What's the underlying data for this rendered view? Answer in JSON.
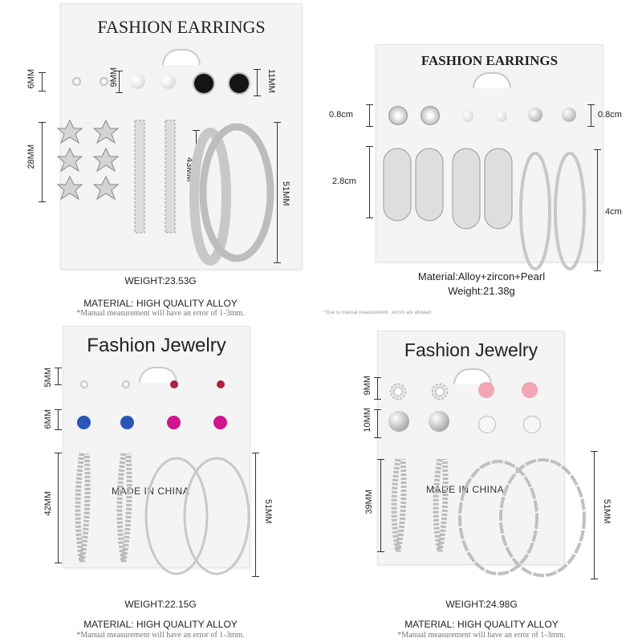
{
  "panels": [
    {
      "card_title": "FASHION EARRINGS",
      "dims": [
        "6MM",
        "9MM",
        "11MM",
        "28MM",
        "43MM",
        "51MM"
      ],
      "weight": "WEIGHT:23.53G",
      "material": "MATERIAL: HIGH QUALITY ALLOY",
      "note": "*Manual measurement will have an error of 1-3mm."
    },
    {
      "card_title": "FASHION EARRINGS",
      "dims": [
        "0.8cm",
        "0.8cm",
        "2.8cm",
        "4cm"
      ],
      "material": "Material:Alloy+zircon+Pearl",
      "weight": "Weight:21.38g",
      "note": "*Due to manual measurement , errors are allowed"
    },
    {
      "card_title": "Fashion Jewelry",
      "dims": [
        "5MM",
        "6MM",
        "42MM",
        "51MM"
      ],
      "made_in": "MADE IN CHINA",
      "weight": "WEIGHT:22.15G",
      "material": "MATERIAL: HIGH QUALITY ALLOY",
      "note": "*Manual measurement will have an error of 1-3mm."
    },
    {
      "card_title": "Fashion Jewelry",
      "dims": [
        "9MM",
        "10MM",
        "39MM",
        "51MM"
      ],
      "made_in": "MADE IN CHINA",
      "weight": "WEIGHT:24.98G",
      "material": "MATERIAL: HIGH QUALITY ALLOY",
      "note": "*Manual measurement will have an error of 1-3mm."
    }
  ],
  "colors": {
    "silver": "#c8c8c8",
    "silver_dark": "#8f8f8f",
    "red_stone": "#b0203a",
    "blue_stone": "#2a55b8",
    "magenta_stone": "#d0158f",
    "pink_stone": "#f1a6b6",
    "black_stud": "#151515"
  },
  "icons": [
    "silver-hoop-icon",
    "stud-earring-icon",
    "pearl-icon",
    "star-cluster-icon"
  ]
}
